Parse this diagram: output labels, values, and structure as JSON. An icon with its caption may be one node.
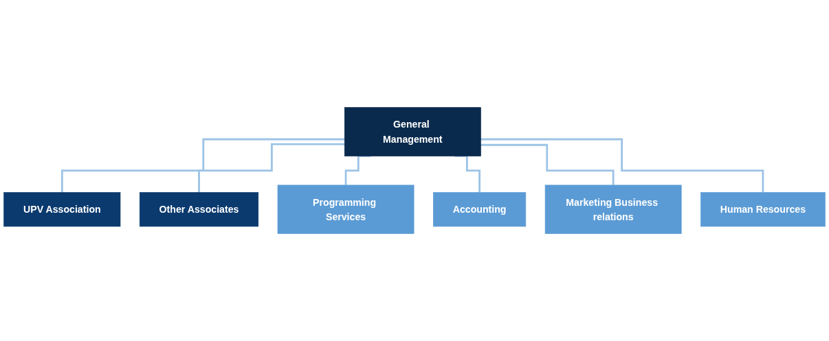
{
  "diagram": {
    "nodes": [
      {
        "text": [
          "General Management"
        ]
      },
      {
        "text": [
          "UPV Association"
        ]
      },
      {
        "text": [
          "Other Associates"
        ]
      },
      {
        "text": [
          "Programming Services"
        ]
      },
      {
        "text": [
          "Accounting"
        ]
      },
      {
        "text": [
          "Marketing Business relations"
        ]
      },
      {
        "text": [
          "Human Resources"
        ]
      }
    ],
    "edges": [
      {
        "from": 0,
        "to": 1,
        "arrow": "none"
      },
      {
        "from": 0,
        "to": 2,
        "arrow": "none"
      },
      {
        "from": 0,
        "to": 3,
        "arrow": "none"
      },
      {
        "from": 0,
        "to": 4,
        "arrow": "none"
      },
      {
        "from": 0,
        "to": 5,
        "arrow": "none"
      },
      {
        "from": 0,
        "to": 6,
        "arrow": "none"
      }
    ]
  }
}
